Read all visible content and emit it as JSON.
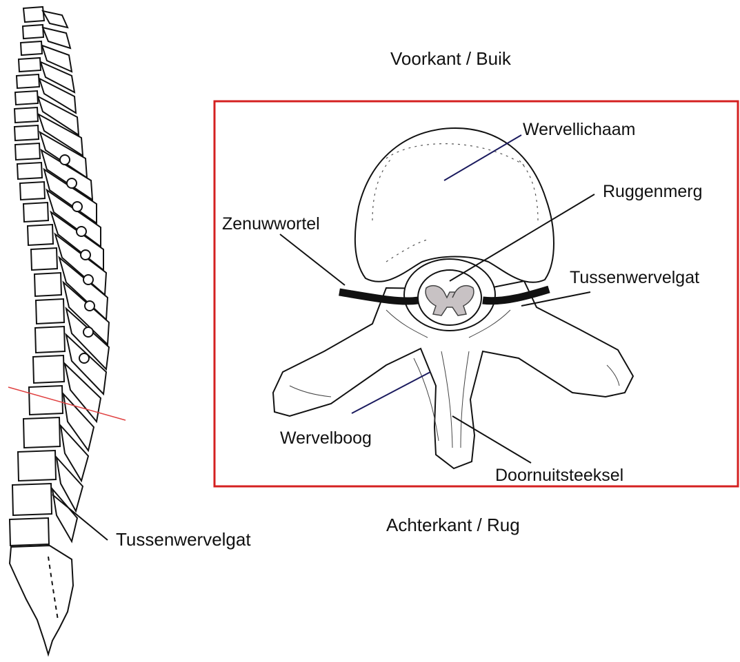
{
  "orientation": {
    "top": "Voorkant / Buik",
    "bottom": "Achterkant / Rug"
  },
  "labels": {
    "vertebral_body": "Wervellichaam",
    "spinal_cord": "Ruggenmerg",
    "nerve_root": "Zenuwwortel",
    "foramen_detail": "Tussenwervelgat",
    "vertebral_arch": "Wervelboog",
    "spinous_process": "Doornuitsteeksel",
    "foramen_spine": "Tussenwervelgat"
  },
  "colors": {
    "frame": "#d42020",
    "section_line": "#e04040",
    "outline": "#111111",
    "blue_leader": "#1a1a5e",
    "gray_matter": "#c8c2c4"
  }
}
